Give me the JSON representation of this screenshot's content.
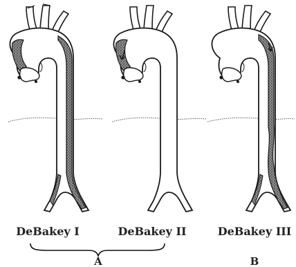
{
  "figure": {
    "panels": [
      {
        "id": "panel-1",
        "label": "DeBakey I"
      },
      {
        "id": "panel-2",
        "label": "DeBakey II"
      },
      {
        "id": "panel-3",
        "label": "DeBakey III"
      }
    ],
    "group_a": "A",
    "group_b": "B"
  },
  "colors": {
    "line": "#1a1a1a",
    "dissection_fill": "#6f6f6f",
    "background": "#ffffff"
  }
}
